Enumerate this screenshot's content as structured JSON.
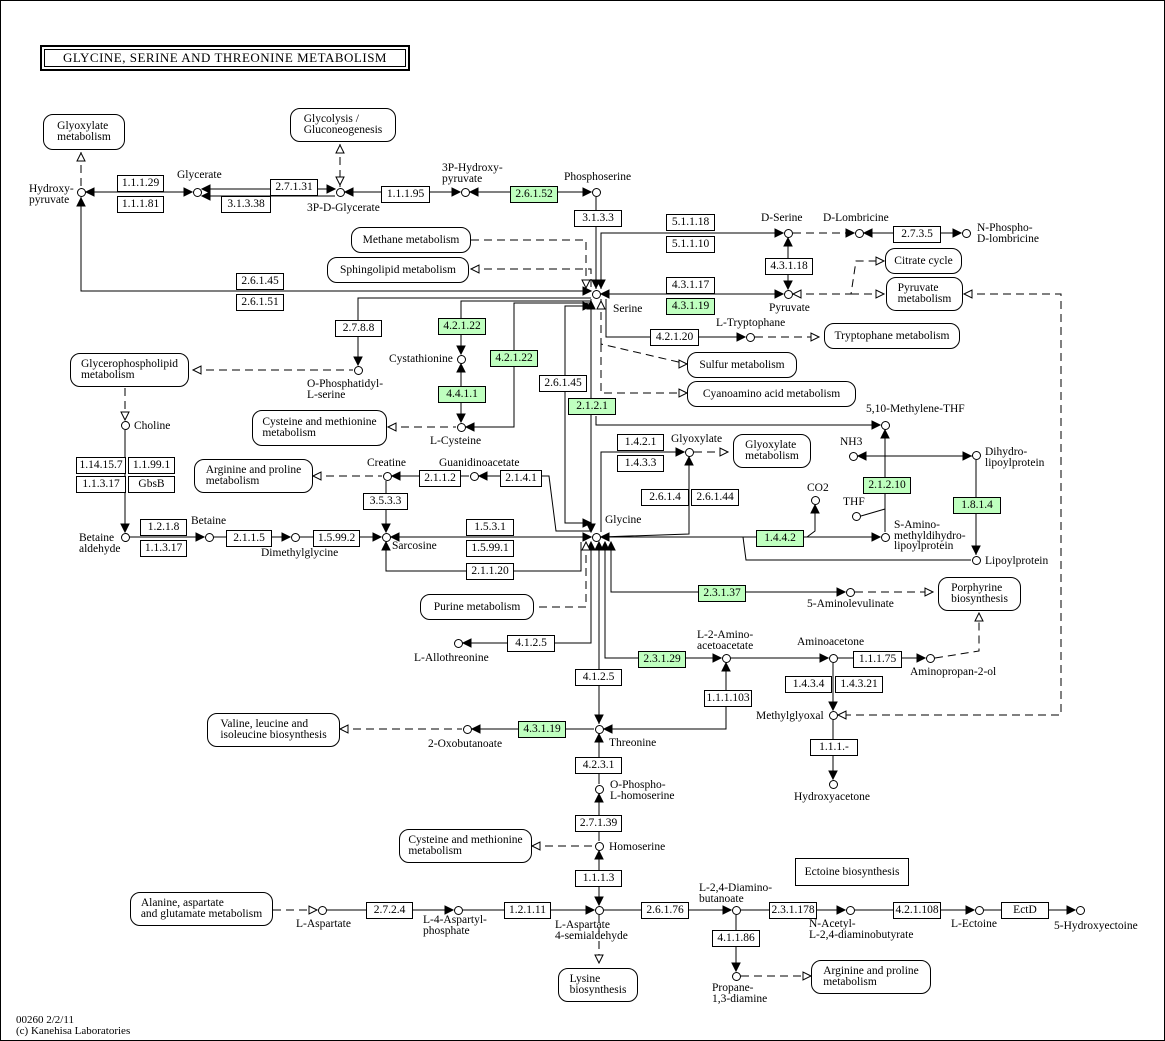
{
  "title": "GLYCINE, SERINE AND THREONINE METABOLISM",
  "footer": {
    "map_id_date": "00260 2/2/11",
    "copyright": "(c) Kanehisa Laboratories"
  },
  "colors": {
    "highlight_enzyme": "#bfffbf",
    "line": "#000000",
    "background": "#ffffff"
  },
  "enzymes": [
    {
      "id": "e1",
      "label": "1.1.1.29",
      "highlighted": false
    },
    {
      "id": "e2",
      "label": "1.1.1.81",
      "highlighted": false
    },
    {
      "id": "e3",
      "label": "2.7.1.31",
      "highlighted": false
    },
    {
      "id": "e4",
      "label": "3.1.3.38",
      "highlighted": false
    },
    {
      "id": "e5",
      "label": "1.1.1.95",
      "highlighted": false
    },
    {
      "id": "e6",
      "label": "2.6.1.52",
      "highlighted": true
    },
    {
      "id": "e7",
      "label": "3.1.3.3",
      "highlighted": false
    },
    {
      "id": "e8",
      "label": "5.1.1.18",
      "highlighted": false
    },
    {
      "id": "e9",
      "label": "5.1.1.10",
      "highlighted": false
    },
    {
      "id": "e10",
      "label": "2.7.3.5",
      "highlighted": false
    },
    {
      "id": "e11",
      "label": "4.3.1.18",
      "highlighted": false
    },
    {
      "id": "e12",
      "label": "4.3.1.17",
      "highlighted": false
    },
    {
      "id": "e13",
      "label": "4.3.1.19",
      "highlighted": true
    },
    {
      "id": "e14",
      "label": "2.6.1.45",
      "highlighted": false
    },
    {
      "id": "e15",
      "label": "2.6.1.51",
      "highlighted": false
    },
    {
      "id": "e16",
      "label": "2.7.8.8",
      "highlighted": false
    },
    {
      "id": "e17",
      "label": "4.2.1.22",
      "highlighted": true
    },
    {
      "id": "e18",
      "label": "4.2.1.22",
      "highlighted": true
    },
    {
      "id": "e19",
      "label": "4.4.1.1",
      "highlighted": true
    },
    {
      "id": "e20",
      "label": "4.2.1.20",
      "highlighted": false
    },
    {
      "id": "e21",
      "label": "2.6.1.45",
      "highlighted": false
    },
    {
      "id": "e22",
      "label": "2.1.2.1",
      "highlighted": true
    },
    {
      "id": "e23",
      "label": "1.4.2.1",
      "highlighted": false
    },
    {
      "id": "e24",
      "label": "1.4.3.3",
      "highlighted": false
    },
    {
      "id": "e25",
      "label": "2.6.1.4",
      "highlighted": false
    },
    {
      "id": "e26",
      "label": "2.6.1.44",
      "highlighted": false
    },
    {
      "id": "e27",
      "label": "2.1.2.10",
      "highlighted": true
    },
    {
      "id": "e28",
      "label": "1.8.1.4",
      "highlighted": true
    },
    {
      "id": "e29",
      "label": "1.4.4.2",
      "highlighted": true
    },
    {
      "id": "e30",
      "label": "1.14.15.7",
      "highlighted": false
    },
    {
      "id": "e31",
      "label": "1.1.99.1",
      "highlighted": false
    },
    {
      "id": "e32",
      "label": "1.1.3.17",
      "highlighted": false
    },
    {
      "id": "e33",
      "label": "GbsB",
      "highlighted": false
    },
    {
      "id": "e34",
      "label": "2.1.1.2",
      "highlighted": false
    },
    {
      "id": "e35",
      "label": "2.1.4.1",
      "highlighted": false
    },
    {
      "id": "e36",
      "label": "3.5.3.3",
      "highlighted": false
    },
    {
      "id": "e37",
      "label": "1.2.1.8",
      "highlighted": false
    },
    {
      "id": "e38",
      "label": "1.1.3.17",
      "highlighted": false
    },
    {
      "id": "e39",
      "label": "2.1.1.5",
      "highlighted": false
    },
    {
      "id": "e40",
      "label": "1.5.99.2",
      "highlighted": false
    },
    {
      "id": "e41",
      "label": "1.5.3.1",
      "highlighted": false
    },
    {
      "id": "e42",
      "label": "1.5.99.1",
      "highlighted": false
    },
    {
      "id": "e43",
      "label": "2.1.1.20",
      "highlighted": false
    },
    {
      "id": "e44",
      "label": "2.3.1.37",
      "highlighted": true
    },
    {
      "id": "e45",
      "label": "4.1.2.5",
      "highlighted": false
    },
    {
      "id": "e46",
      "label": "2.3.1.29",
      "highlighted": true
    },
    {
      "id": "e47",
      "label": "1.1.1.75",
      "highlighted": false
    },
    {
      "id": "e48",
      "label": "1.4.3.4",
      "highlighted": false
    },
    {
      "id": "e49",
      "label": "1.4.3.21",
      "highlighted": false
    },
    {
      "id": "e50",
      "label": "4.1.2.5",
      "highlighted": false
    },
    {
      "id": "e51",
      "label": "1.1.1.103",
      "highlighted": false
    },
    {
      "id": "e52",
      "label": "4.3.1.19",
      "highlighted": true
    },
    {
      "id": "e53",
      "label": "1.1.1.-",
      "highlighted": false
    },
    {
      "id": "e54",
      "label": "4.2.3.1",
      "highlighted": false
    },
    {
      "id": "e55",
      "label": "2.7.1.39",
      "highlighted": false
    },
    {
      "id": "e56",
      "label": "1.1.1.3",
      "highlighted": false
    },
    {
      "id": "e57",
      "label": "2.7.2.4",
      "highlighted": false
    },
    {
      "id": "e58",
      "label": "1.2.1.11",
      "highlighted": false
    },
    {
      "id": "e59",
      "label": "2.6.1.76",
      "highlighted": false
    },
    {
      "id": "e60",
      "label": "2.3.1.178",
      "highlighted": false
    },
    {
      "id": "e61",
      "label": "4.2.1.108",
      "highlighted": false
    },
    {
      "id": "e62",
      "label": "EctD",
      "highlighted": false
    },
    {
      "id": "e63",
      "label": "4.1.1.86",
      "highlighted": false
    }
  ],
  "maps": [
    {
      "id": "m1",
      "label": "Glyoxylate\nmetabolism"
    },
    {
      "id": "m2",
      "label": "Glycolysis /\nGluconeogenesis"
    },
    {
      "id": "m3",
      "label": "Methane metabolism"
    },
    {
      "id": "m4",
      "label": "Sphingolipid metabolism"
    },
    {
      "id": "m5",
      "label": "Citrate cycle"
    },
    {
      "id": "m6",
      "label": "Pyruvate\nmetabolism"
    },
    {
      "id": "m7",
      "label": "Tryptophane metabolism"
    },
    {
      "id": "m8",
      "label": "Glycerophospholipid\nmetabolism"
    },
    {
      "id": "m9",
      "label": "Sulfur metabolism"
    },
    {
      "id": "m10",
      "label": "Cyanoamino acid metabolism"
    },
    {
      "id": "m11",
      "label": "Cysteine and methionine\nmetabolism"
    },
    {
      "id": "m12",
      "label": "Glyoxylate\nmetabolism"
    },
    {
      "id": "m13",
      "label": "Arginine and proline\nmetabolism"
    },
    {
      "id": "m14",
      "label": "Porphyrine\nbiosynthesis"
    },
    {
      "id": "m15",
      "label": "Purine metabolism"
    },
    {
      "id": "m16",
      "label": "Valine, leucine and\nisoleucine biosynthesis"
    },
    {
      "id": "m17",
      "label": "Cysteine and methionine\nmetabolism"
    },
    {
      "id": "m18",
      "label": "Ectoine biosynthesis"
    },
    {
      "id": "m19",
      "label": "Alanine, aspartate\nand glutamate metabolism"
    },
    {
      "id": "m20",
      "label": "Lysine\nbiosynthesis"
    },
    {
      "id": "m21",
      "label": "Arginine and proline\nmetabolism"
    }
  ],
  "compounds": [
    {
      "id": "c1",
      "label": "Hydroxy-\npyruvate"
    },
    {
      "id": "c2",
      "label": "Glycerate"
    },
    {
      "id": "c3",
      "label": "3P-D-Glycerate"
    },
    {
      "id": "c4",
      "label": "3P-Hydroxy-\npyruvate"
    },
    {
      "id": "c5",
      "label": "Phosphoserine"
    },
    {
      "id": "c6",
      "label": "D-Serine"
    },
    {
      "id": "c7",
      "label": "D-Lombricine"
    },
    {
      "id": "c8",
      "label": "N-Phospho-\nD-lombricine"
    },
    {
      "id": "c9",
      "label": "Serine"
    },
    {
      "id": "c10",
      "label": "Pyruvate"
    },
    {
      "id": "c11",
      "label": "L-Tryptophane"
    },
    {
      "id": "c12",
      "label": "Cystathionine"
    },
    {
      "id": "c13",
      "label": "O-Phosphatidyl-\nL-serine"
    },
    {
      "id": "c14",
      "label": "L-Cysteine"
    },
    {
      "id": "c15",
      "label": "Choline"
    },
    {
      "id": "c16",
      "label": "5,10-Methylene-THF"
    },
    {
      "id": "c17",
      "label": "NH3"
    },
    {
      "id": "c18",
      "label": "Dihydro-\nlipoylprotein"
    },
    {
      "id": "c19",
      "label": "Glyoxylate"
    },
    {
      "id": "c20",
      "label": "CO2"
    },
    {
      "id": "c21",
      "label": "THF"
    },
    {
      "id": "c22",
      "label": "S-Amino-\nmethyldihydro-\nlipoylprotein"
    },
    {
      "id": "c23",
      "label": "Lipoylprotein"
    },
    {
      "id": "c24",
      "label": "Creatine"
    },
    {
      "id": "c25",
      "label": "Guanidinoacetate"
    },
    {
      "id": "c26",
      "label": "Betaine"
    },
    {
      "id": "c27",
      "label": "Betaine\naldehyde"
    },
    {
      "id": "c28",
      "label": "Dimethylglycine"
    },
    {
      "id": "c29",
      "label": "Sarcosine"
    },
    {
      "id": "c30",
      "label": "Glycine"
    },
    {
      "id": "c31",
      "label": "5-Aminolevulinate"
    },
    {
      "id": "c32",
      "label": "L-Allothreonine"
    },
    {
      "id": "c33",
      "label": "L-2-Amino-\nacetoacetate"
    },
    {
      "id": "c34",
      "label": "Aminoacetone"
    },
    {
      "id": "c35",
      "label": "Aminopropan-2-ol"
    },
    {
      "id": "c36",
      "label": "Methylglyoxal"
    },
    {
      "id": "c37",
      "label": "2-Oxobutanoate"
    },
    {
      "id": "c38",
      "label": "Threonine"
    },
    {
      "id": "c39",
      "label": "Hydroxyacetone"
    },
    {
      "id": "c40",
      "label": "O-Phospho-\nL-homoserine"
    },
    {
      "id": "c41",
      "label": "Homoserine"
    },
    {
      "id": "c42",
      "label": "L-Aspartate"
    },
    {
      "id": "c43",
      "label": "L-4-Aspartyl-\nphosphate"
    },
    {
      "id": "c44",
      "label": "L-Aspartate\n4-semialdehyde"
    },
    {
      "id": "c45",
      "label": "L-2,4-Diamino-\nbutanoate"
    },
    {
      "id": "c46",
      "label": "N-Acetyl-\nL-2,4-diaminobutyrate"
    },
    {
      "id": "c47",
      "label": "L-Ectoine"
    },
    {
      "id": "c48",
      "label": "5-Hydroxyectoine"
    },
    {
      "id": "c49",
      "label": "Propane-\n1,3-diamine"
    }
  ]
}
